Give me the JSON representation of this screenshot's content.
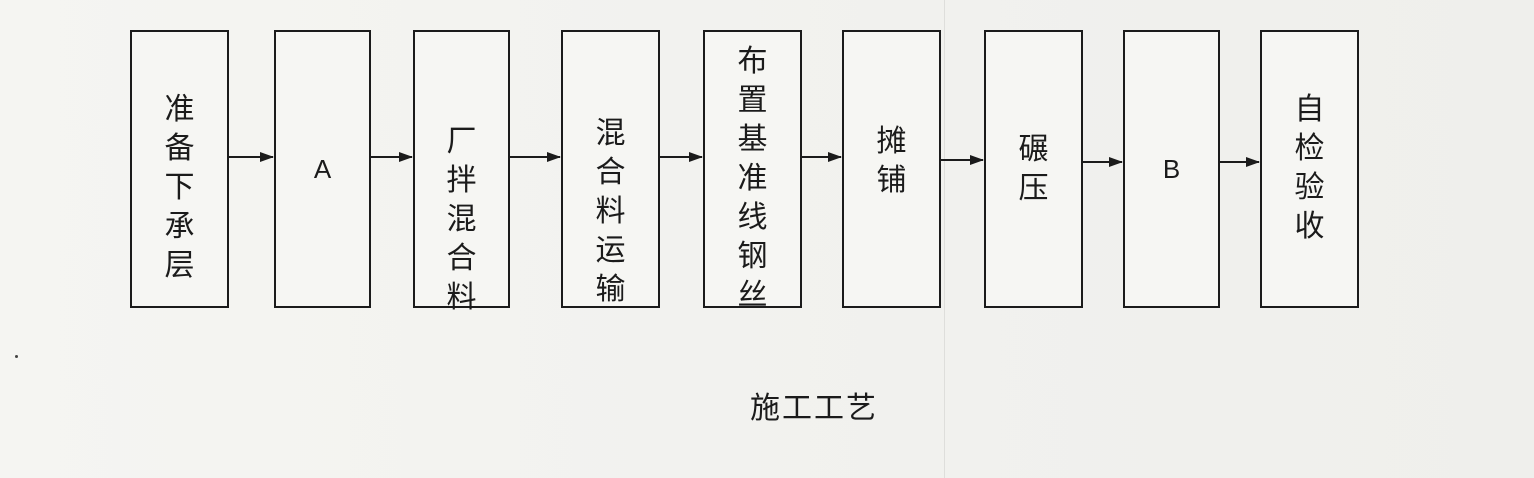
{
  "diagram": {
    "steps": [
      {
        "label": "准\n备\n下\n承\n层"
      },
      {
        "label": "A"
      },
      {
        "label": "厂\n拌\n混\n合\n料"
      },
      {
        "label": "混\n合\n料\n运\n输"
      },
      {
        "label": "布\n置\n基\n准\n线\n钢\n丝"
      },
      {
        "label": "摊\n铺"
      },
      {
        "label": "碾\n压"
      },
      {
        "label": "B"
      },
      {
        "label": "自\n检\n验\n收"
      }
    ],
    "caption": "施工工艺"
  },
  "colors": {
    "ink": "#1b1b1b",
    "paper": "#f3f3f1"
  }
}
